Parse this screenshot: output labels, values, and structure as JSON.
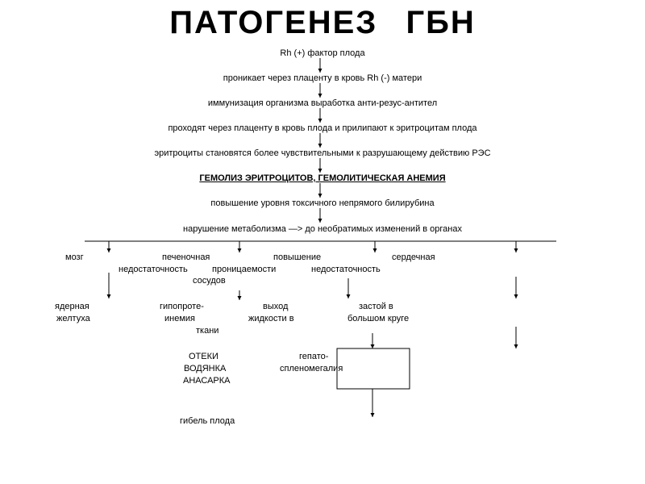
{
  "title": "ПАТОГЕНЕЗ  ГБН",
  "chain": [
    "Rh (+) фактор плода",
    "проникает через плаценту в кровь Rh (-) матери",
    "иммунизация организма выработка анти-резус-антител",
    "проходят через плаценту в кровь плода и прилипают к эритроцитам плода",
    "эритроциты становятся более чувствительными к разрушающему действию РЭС",
    "ГЕМОЛИЗ ЭРИТРОЦИТОВ, ГЕМОЛИТИЧЕСКАЯ АНЕМИЯ",
    "повышение уровня токсичного непрямого билирубина",
    "нарушение метаболизма —> до необратимых изменений в органах"
  ],
  "branches": {
    "brain": "мозг",
    "liver_1": "печеночная",
    "liver_2": "недостаточность",
    "permeability_1": "повышение",
    "permeability_2": "проницаемости",
    "permeability_3": "сосудов",
    "heart_1": "сердечная",
    "heart_2": "недостаточность"
  },
  "effects": {
    "jaundice_1": "ядерная",
    "jaundice_2": "желтуха",
    "hypoproteinemia_1": "гипопроте-",
    "hypoproteinemia_2": "инемия",
    "fluid_1": "выход",
    "fluid_2": "жидкости в",
    "fluid_3": "ткани",
    "stasis_1": "застой в",
    "stasis_2": "большом круге"
  },
  "outcomes": {
    "edema_1": "ОТЕКИ",
    "edema_2": "ВОДЯНКА",
    "edema_3": "АНАСАРКА",
    "hepato_1": "гепато-",
    "hepato_2": "спленомегалия",
    "death": "гибель плода"
  }
}
